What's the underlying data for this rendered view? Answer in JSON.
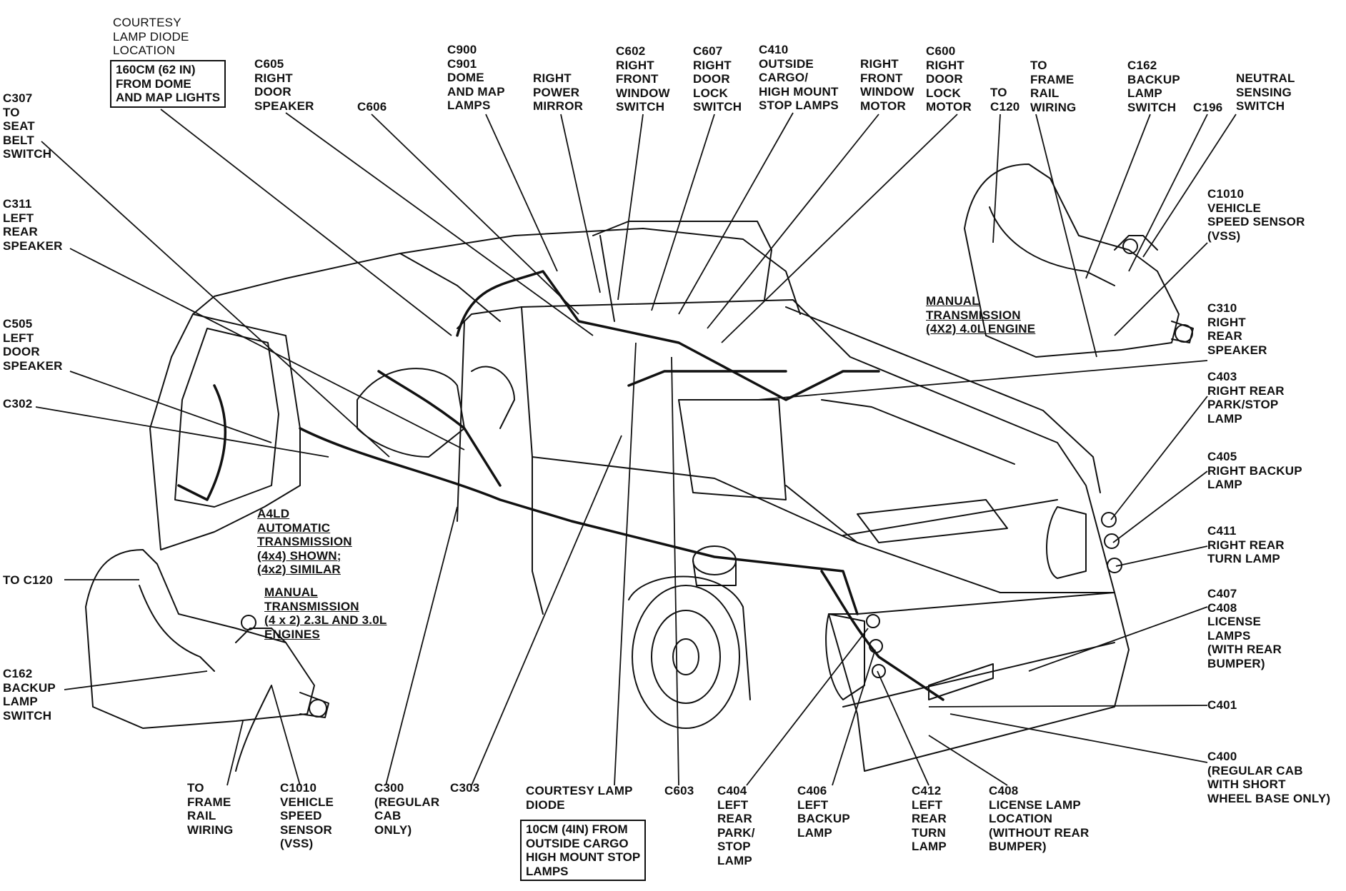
{
  "diagram": {
    "labels": {
      "courtesy_lamp_diode_location": "COURTESY\nLAMP DIODE\nLOCATION",
      "courtesy_box_top": "160CM (62 IN)\nFROM DOME\nAND MAP LIGHTS",
      "c307": "C307\nTO\nSEAT\nBELT\nSWITCH",
      "c605": "C605\nRIGHT\nDOOR\nSPEAKER",
      "c606": "C606",
      "c900": "C900\nC901\nDOME\nAND MAP\nLAMPS",
      "right_power_mirror": "RIGHT\nPOWER\nMIRROR",
      "c602": "C602\nRIGHT\nFRONT\nWINDOW\nSWITCH",
      "c607": "C607\nRIGHT\nDOOR\nLOCK\nSWITCH",
      "c410": "C410\nOUTSIDE\nCARGO/\nHIGH MOUNT\nSTOP LAMPS",
      "right_front_window_motor": "RIGHT\nFRONT\nWINDOW\nMOTOR",
      "c600": "C600\nRIGHT\nDOOR\nLOCK\nMOTOR",
      "to_c120_top": "TO\nC120",
      "to_frame_rail_top": "TO\nFRAME\nRAIL\nWIRING",
      "c162_top": "C162\nBACKUP\nLAMP\nSWITCH",
      "c196": "C196",
      "neutral_sensing": "NEUTRAL\nSENSING\nSWITCH",
      "c311": "C311\nLEFT\nREAR\nSPEAKER",
      "c1010_right": "C1010\nVEHICLE\nSPEED SENSOR\n(VSS)",
      "manual_trans_top": "MANUAL\nTRANSMISSION\n(4X2) 4.0L ENGINE",
      "c310": "C310\nRIGHT\nREAR\nSPEAKER",
      "c505": "C505\nLEFT\nDOOR\nSPEAKER",
      "c403": "C403\nRIGHT REAR\nPARK/STOP\nLAMP",
      "c302": "C302",
      "c405": "C405\nRIGHT BACKUP\nLAMP",
      "a4ld": "A4LD\nAUTOMATIC\nTRANSMISSION\n(4x4) SHOWN;\n(4x2) SIMILAR",
      "c411": "C411\nRIGHT REAR\nTURN LAMP",
      "to_c120_left": "TO C120",
      "manual_trans_left": "MANUAL\nTRANSMISSION\n(4 x 2) 2.3L AND 3.0L\nENGINES",
      "c407": "C407\nC408\nLICENSE\nLAMPS\n(WITH REAR\nBUMPER)",
      "c162_left": "C162\nBACKUP\nLAMP\nSWITCH",
      "c401": "C401",
      "c400": "C400\n(REGULAR CAB\nWITH SHORT\nWHEEL BASE ONLY)",
      "to_frame_rail_bottom": "TO\nFRAME\nRAIL\nWIRING",
      "c1010_bottom": "C1010\nVEHICLE\nSPEED\nSENSOR\n(VSS)",
      "c300": "C300\n(REGULAR\nCAB\nONLY)",
      "c303": "C303",
      "courtesy_lamp_diode_bottom": "COURTESY LAMP\nDIODE",
      "courtesy_box_bottom": "10CM (4IN) FROM\nOUTSIDE CARGO\nHIGH MOUNT STOP\nLAMPS",
      "c603": "C603",
      "c404": "C404\nLEFT\nREAR\nPARK/\nSTOP\nLAMP",
      "c406": "C406\nLEFT\nBACKUP\nLAMP",
      "c412": "C412\nLEFT\nREAR\nTURN\nLAMP",
      "c408_bottom": "C408\nLICENSE LAMP\nLOCATION\n(WITHOUT REAR\nBUMPER)"
    }
  }
}
